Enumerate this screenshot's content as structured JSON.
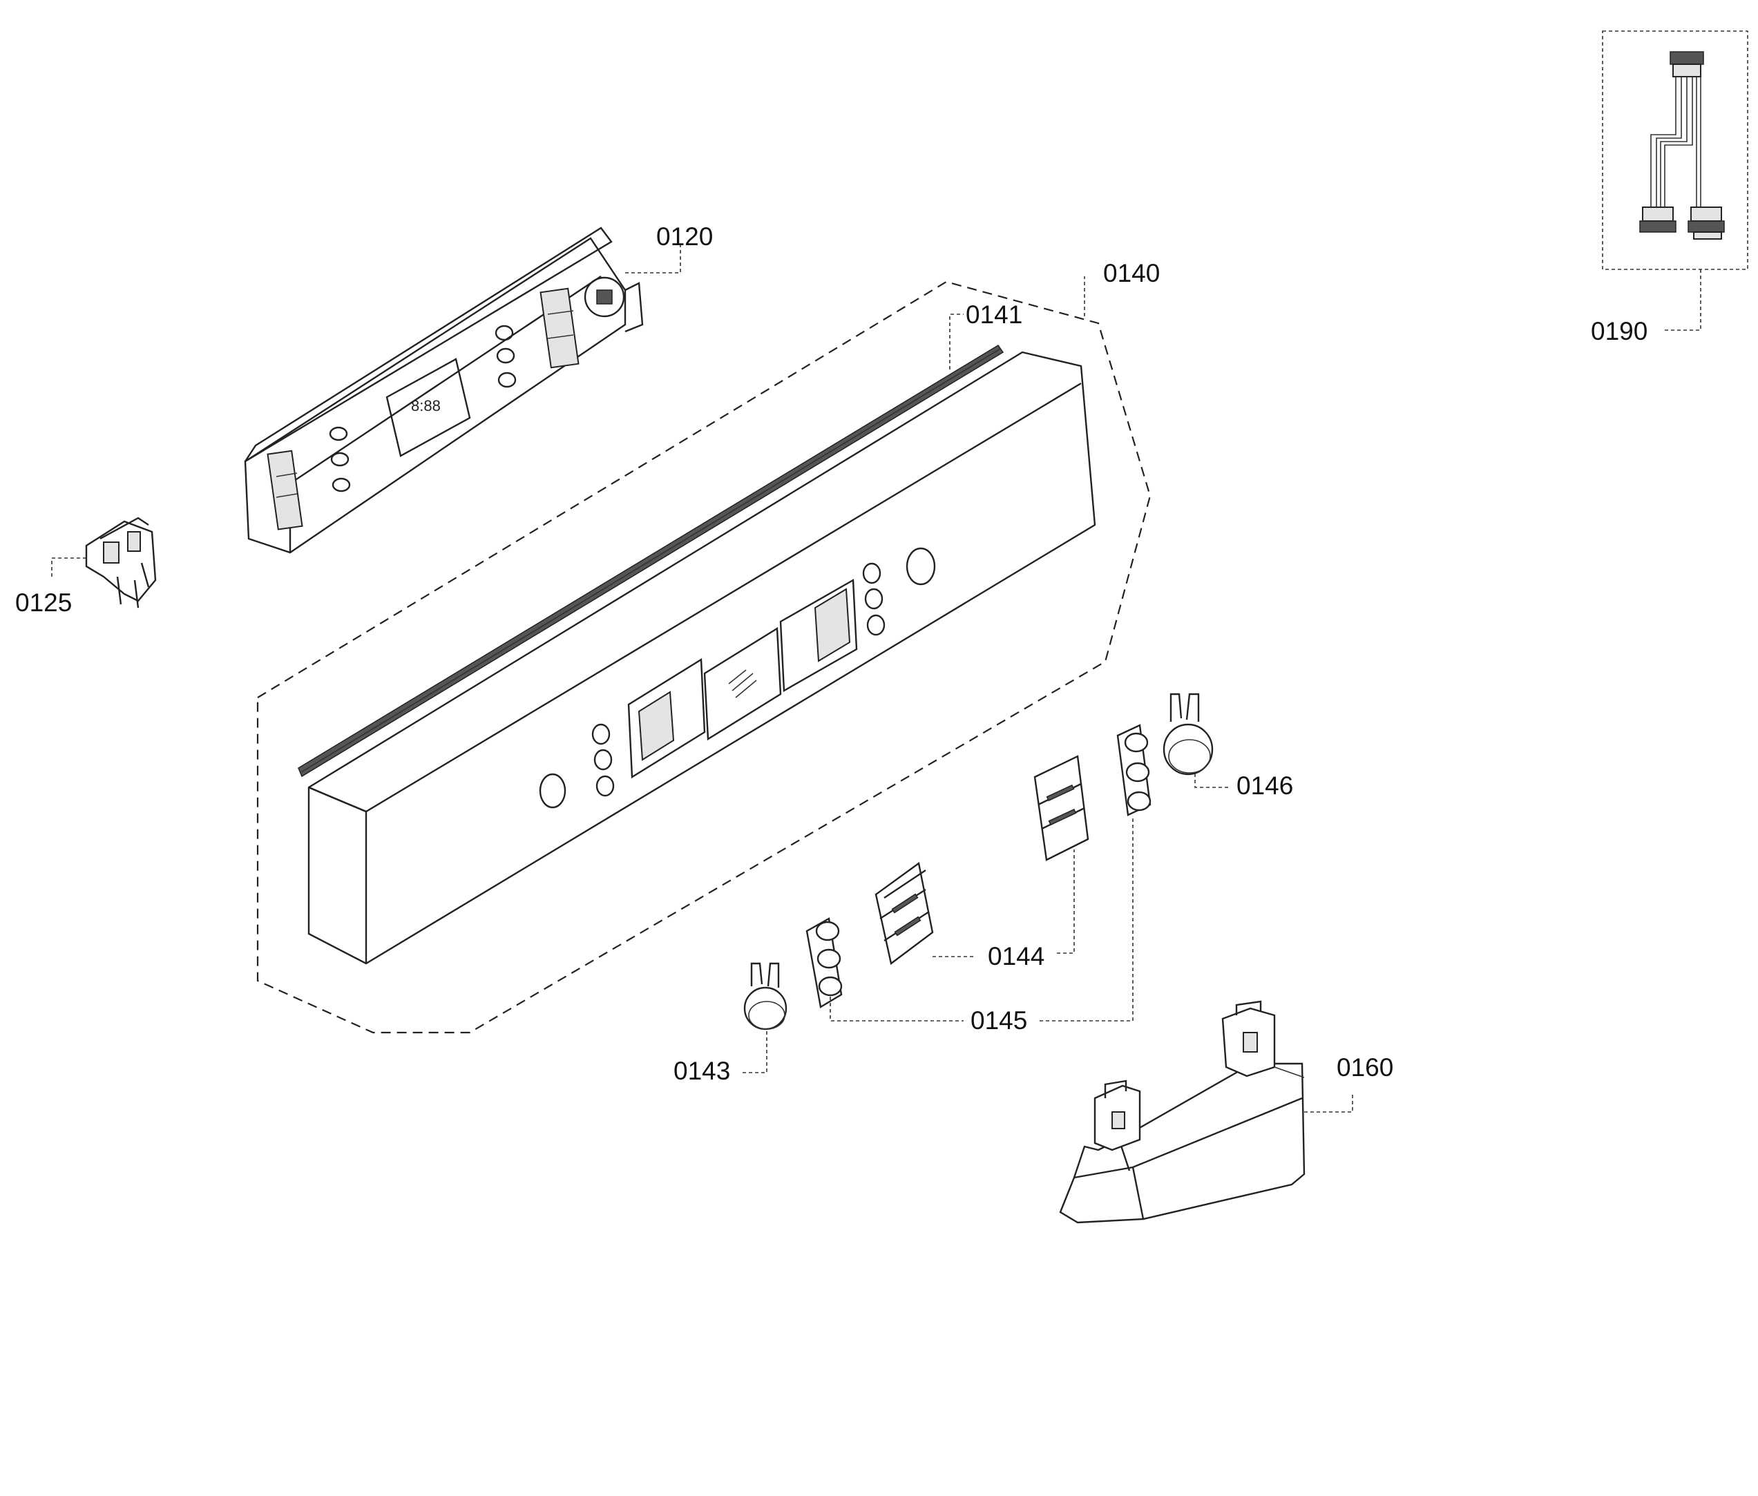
{
  "labels": {
    "p0120": "0120",
    "p0125": "0125",
    "p0140": "0140",
    "p0141": "0141",
    "p0143": "0143",
    "p0144": "0144",
    "p0145": "0145",
    "p0146": "0146",
    "p0160": "0160",
    "p0190": "0190"
  }
}
